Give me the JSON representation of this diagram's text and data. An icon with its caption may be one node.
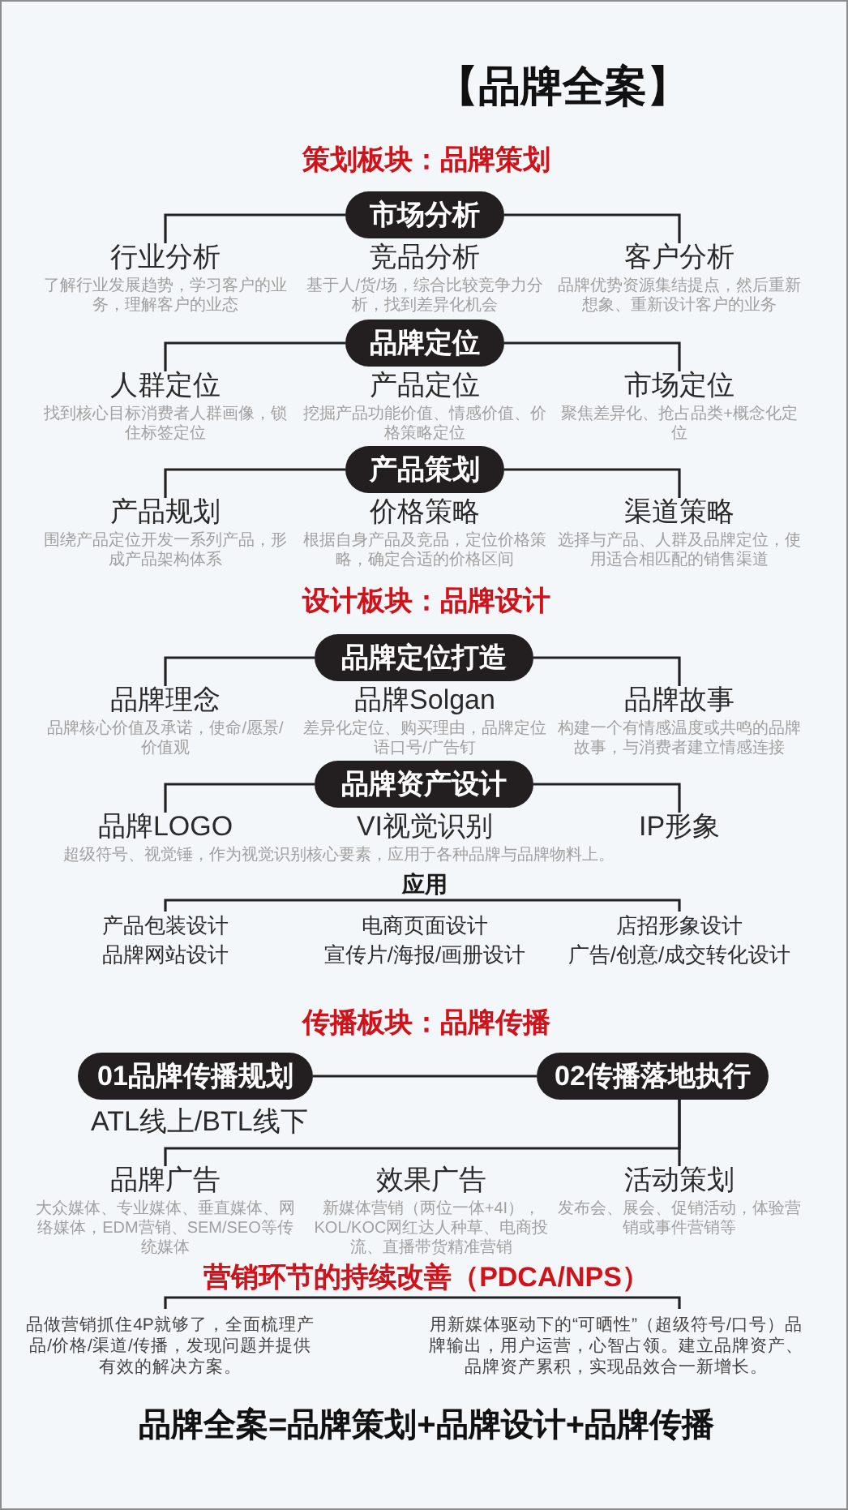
{
  "diagram": {
    "title": "【品牌全案】",
    "nodes": [
      {
        "text": [
          "市场分析"
        ]
      },
      {
        "text": [
          "行业分析",
          "了解行业发展趋势，学习客户的业务，理解客户的业态"
        ]
      },
      {
        "text": [
          "竞品分析",
          "基于人/货/场，综合比较竞争力分析，找到差异化机会"
        ]
      },
      {
        "text": [
          "客户分析",
          "品牌优势资源集结提点，然后重新想象、重新设计客户的业务"
        ]
      },
      {
        "text": [
          "品牌定位"
        ]
      },
      {
        "text": [
          "人群定位",
          "找到核心目标消费者人群画像，锁住标签定位"
        ]
      },
      {
        "text": [
          "产品定位",
          "挖掘产品功能价值、情感价值、价格策略定位"
        ]
      },
      {
        "text": [
          "市场定位",
          "聚焦差异化、抢占品类+概念化定位"
        ]
      },
      {
        "text": [
          "产品策划"
        ]
      },
      {
        "text": [
          "产品规划",
          "围绕产品定位开发一系列产品，形成产品架构体系"
        ]
      },
      {
        "text": [
          "价格策略",
          "根据自身产品及竞品，定位价格策略，确定合适的价格区间"
        ]
      },
      {
        "text": [
          "渠道策略",
          "选择与产品、人群及品牌定位，使用适合相匹配的销售渠道"
        ]
      },
      {
        "text": [
          "品牌定位打造"
        ]
      },
      {
        "text": [
          "品牌理念",
          "品牌核心价值及承诺，使命/愿景/价值观"
        ]
      },
      {
        "text": [
          "品牌Solgan",
          "差异化定位、购买理由，品牌定位语口号/广告钉"
        ]
      },
      {
        "text": [
          "品牌故事",
          "构建一个有情感温度或共鸣的品牌故事，与消费者建立情感连接"
        ]
      },
      {
        "text": [
          "品牌资产设计"
        ]
      },
      {
        "text": [
          "品牌LOGO"
        ]
      },
      {
        "text": [
          "VI视觉识别"
        ]
      },
      {
        "text": [
          "IP形象"
        ]
      },
      {
        "text": [
          "01品牌传播规划"
        ],
        "beside": [
          "ATL线上/BTL线下"
        ]
      },
      {
        "text": [
          "02传播落地执行"
        ]
      },
      {
        "text": [
          "品牌广告",
          "大众媒体、专业媒体、垂直媒体、网络媒体，EDM营销、SEM/SEO等传统媒体"
        ]
      },
      {
        "text": [
          "效果广告",
          "新媒体营销（两位一体+4I），KOL/KOC网红达人种草、电商投流、直播带货精准营销"
        ]
      },
      {
        "text": [
          "活动策划",
          "发布会、展会、促销活动，体验营销或事件营销等"
        ]
      }
    ],
    "edges": [
      {
        "from": 0,
        "to": 1,
        "arrow": "none"
      },
      {
        "from": 0,
        "to": 3,
        "arrow": "none"
      },
      {
        "from": 4,
        "to": 5,
        "arrow": "none"
      },
      {
        "from": 4,
        "to": 7,
        "arrow": "none"
      },
      {
        "from": 8,
        "to": 9,
        "arrow": "none"
      },
      {
        "from": 8,
        "to": 11,
        "arrow": "none"
      },
      {
        "from": 12,
        "to": 13,
        "arrow": "none"
      },
      {
        "from": 12,
        "to": 15,
        "arrow": "none"
      },
      {
        "from": 16,
        "to": 17,
        "arrow": "none"
      },
      {
        "from": 16,
        "to": 19,
        "arrow": "none"
      },
      {
        "from": 20,
        "to": 21,
        "arrow": "none"
      },
      {
        "from": 21,
        "to": 22,
        "arrow": "none"
      },
      {
        "from": 21,
        "to": 24,
        "arrow": "none"
      }
    ],
    "labels": [
      "策划板块：品牌策划",
      "设计板块：品牌设计",
      "超级符号、视觉锤，作为视觉识别核心要素，应用于各种品牌与品牌物料上。",
      "应用",
      "产品包装设计",
      "电商页面设计",
      "店招形象设计",
      "品牌网站设计",
      "宣传片/海报/画册设计",
      "广告/创意/成交转化设计",
      "传播板块：品牌传播",
      "营销环节的持续改善（PDCA/NPS）",
      "品做营销抓住4P就够了，全面梳理产品/价格/渠道/传播，发现问题并提供有效的解决方案。",
      "用新媒体驱动下的“可晒性”（超级符号/口号）品牌输出，用户运营，心智占领。建立品牌资产、品牌资产累积，实现品效合一新增长。",
      "品牌全案=品牌策划+品牌设计+品牌传播"
    ]
  }
}
